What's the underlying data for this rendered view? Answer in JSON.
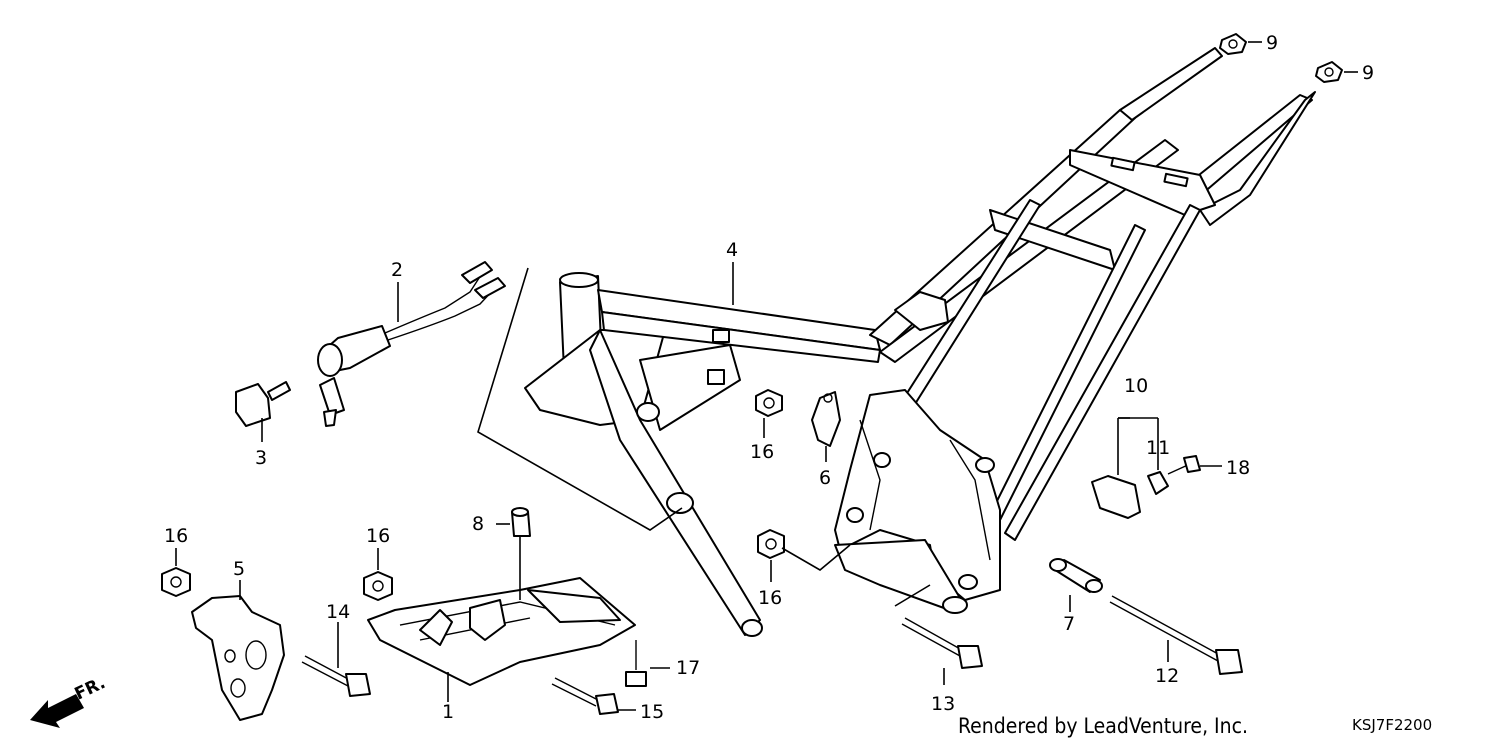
{
  "callouts": [
    {
      "id": "1",
      "text": "1"
    },
    {
      "id": "2",
      "text": "2"
    },
    {
      "id": "3",
      "text": "3"
    },
    {
      "id": "4",
      "text": "4"
    },
    {
      "id": "5",
      "text": "5"
    },
    {
      "id": "6",
      "text": "6"
    },
    {
      "id": "7",
      "text": "7"
    },
    {
      "id": "8",
      "text": "8"
    },
    {
      "id": "9a",
      "text": "9"
    },
    {
      "id": "9b",
      "text": "9"
    },
    {
      "id": "10",
      "text": "10"
    },
    {
      "id": "11",
      "text": "11"
    },
    {
      "id": "12",
      "text": "12"
    },
    {
      "id": "13",
      "text": "13"
    },
    {
      "id": "14",
      "text": "14"
    },
    {
      "id": "15",
      "text": "15"
    },
    {
      "id": "16a",
      "text": "16"
    },
    {
      "id": "16b",
      "text": "16"
    },
    {
      "id": "16c",
      "text": "16"
    },
    {
      "id": "16d",
      "text": "16"
    },
    {
      "id": "17",
      "text": "17"
    },
    {
      "id": "18",
      "text": "18"
    }
  ],
  "direction_label": "FR.",
  "footer": {
    "credit": "Rendered by LeadVenture, Inc.",
    "code": "KSJ7F2200"
  }
}
